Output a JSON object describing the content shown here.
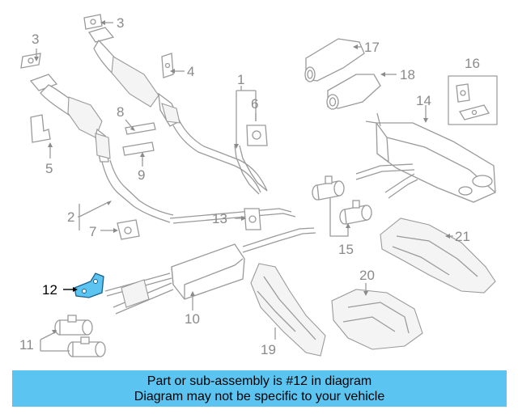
{
  "labels": {
    "n1": "1",
    "n2": "2",
    "n3a": "3",
    "n3b": "3",
    "n4": "4",
    "n5": "5",
    "n6": "6",
    "n7": "7",
    "n8": "8",
    "n9": "9",
    "n10": "10",
    "n11": "11",
    "n12": "12",
    "n13": "13",
    "n14": "14",
    "n15": "15",
    "n16": "16",
    "n17": "17",
    "n18": "18",
    "n19": "19",
    "n20": "20",
    "n21": "21"
  },
  "highlight": {
    "part_number": "12",
    "color": "#5bc4f1"
  },
  "banner": {
    "line1": "Part or sub-assembly is #12 in diagram",
    "line2": "Diagram may not be specific to your vehicle",
    "background": "#5bc4f1"
  }
}
